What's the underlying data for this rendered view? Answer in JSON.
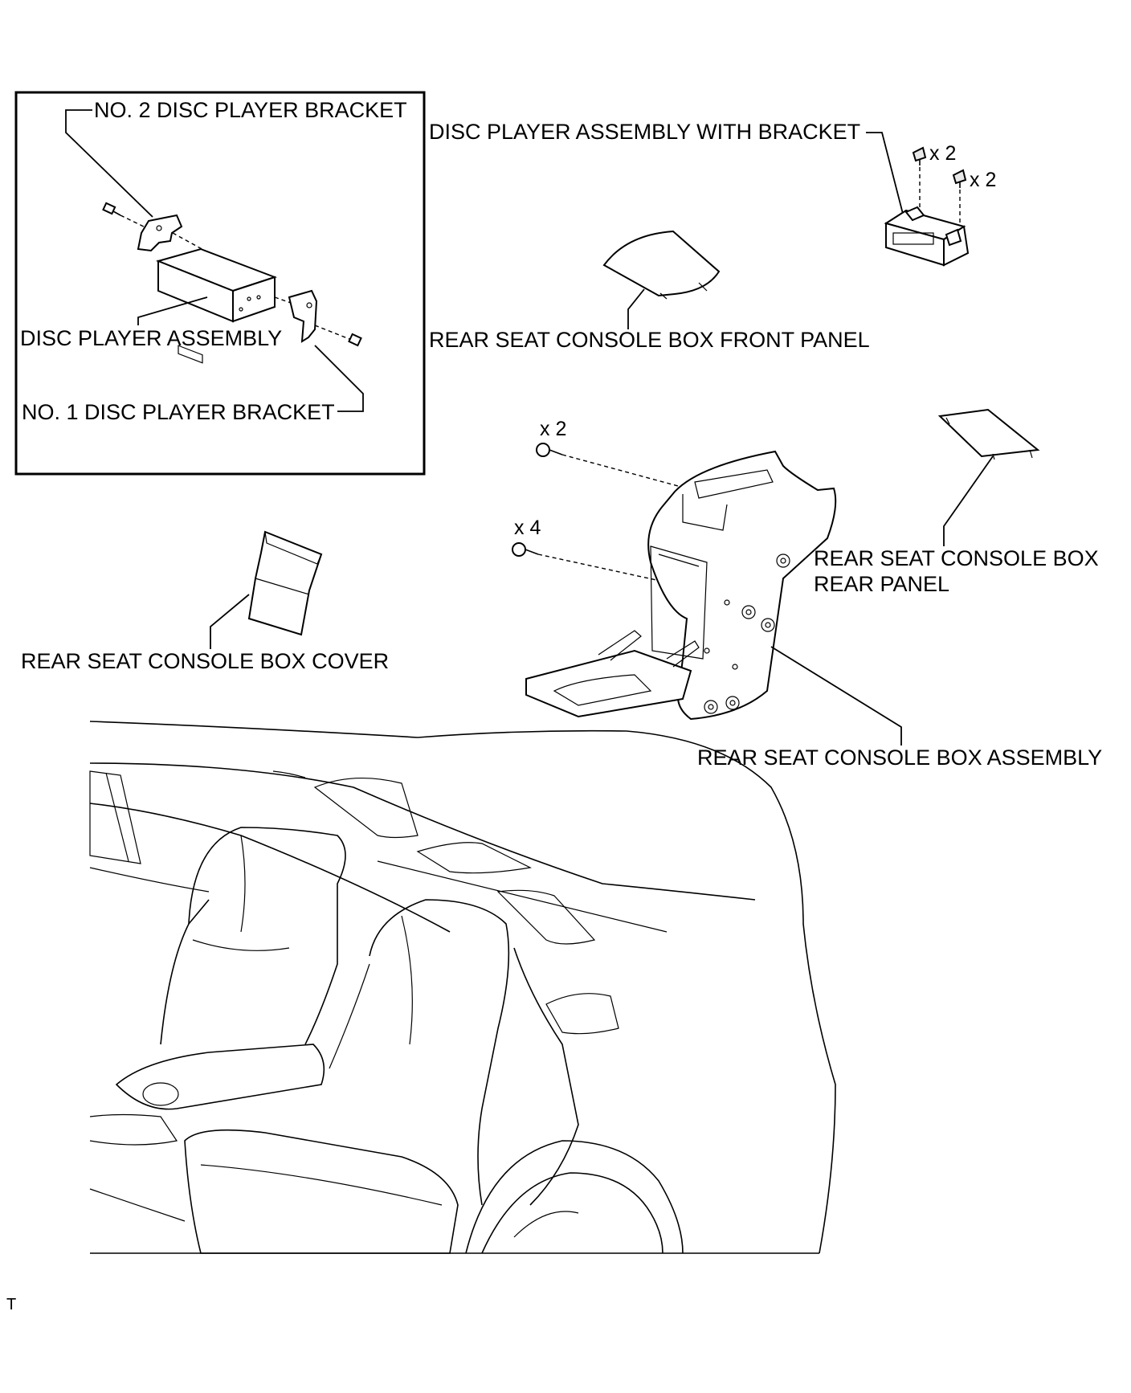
{
  "labels": {
    "no2_bracket": "NO. 2 DISC PLAYER BRACKET",
    "disc_player_assembly": "DISC PLAYER ASSEMBLY",
    "no1_bracket": "NO. 1 DISC PLAYER BRACKET",
    "disc_player_with_bracket": "DISC PLAYER ASSEMBLY WITH BRACKET",
    "front_panel": "REAR SEAT CONSOLE BOX FRONT PANEL",
    "rear_panel_line1": "REAR SEAT CONSOLE BOX",
    "rear_panel_line2": "REAR PANEL",
    "console_cover": "REAR SEAT CONSOLE BOX COVER",
    "console_assembly": "REAR SEAT CONSOLE BOX ASSEMBLY"
  },
  "quantities": {
    "bracket_bolt_a": "x 2",
    "bracket_bolt_b": "x 2",
    "console_screw_top": "x 2",
    "console_screw_mid": "x 4"
  },
  "corner_mark": "T"
}
